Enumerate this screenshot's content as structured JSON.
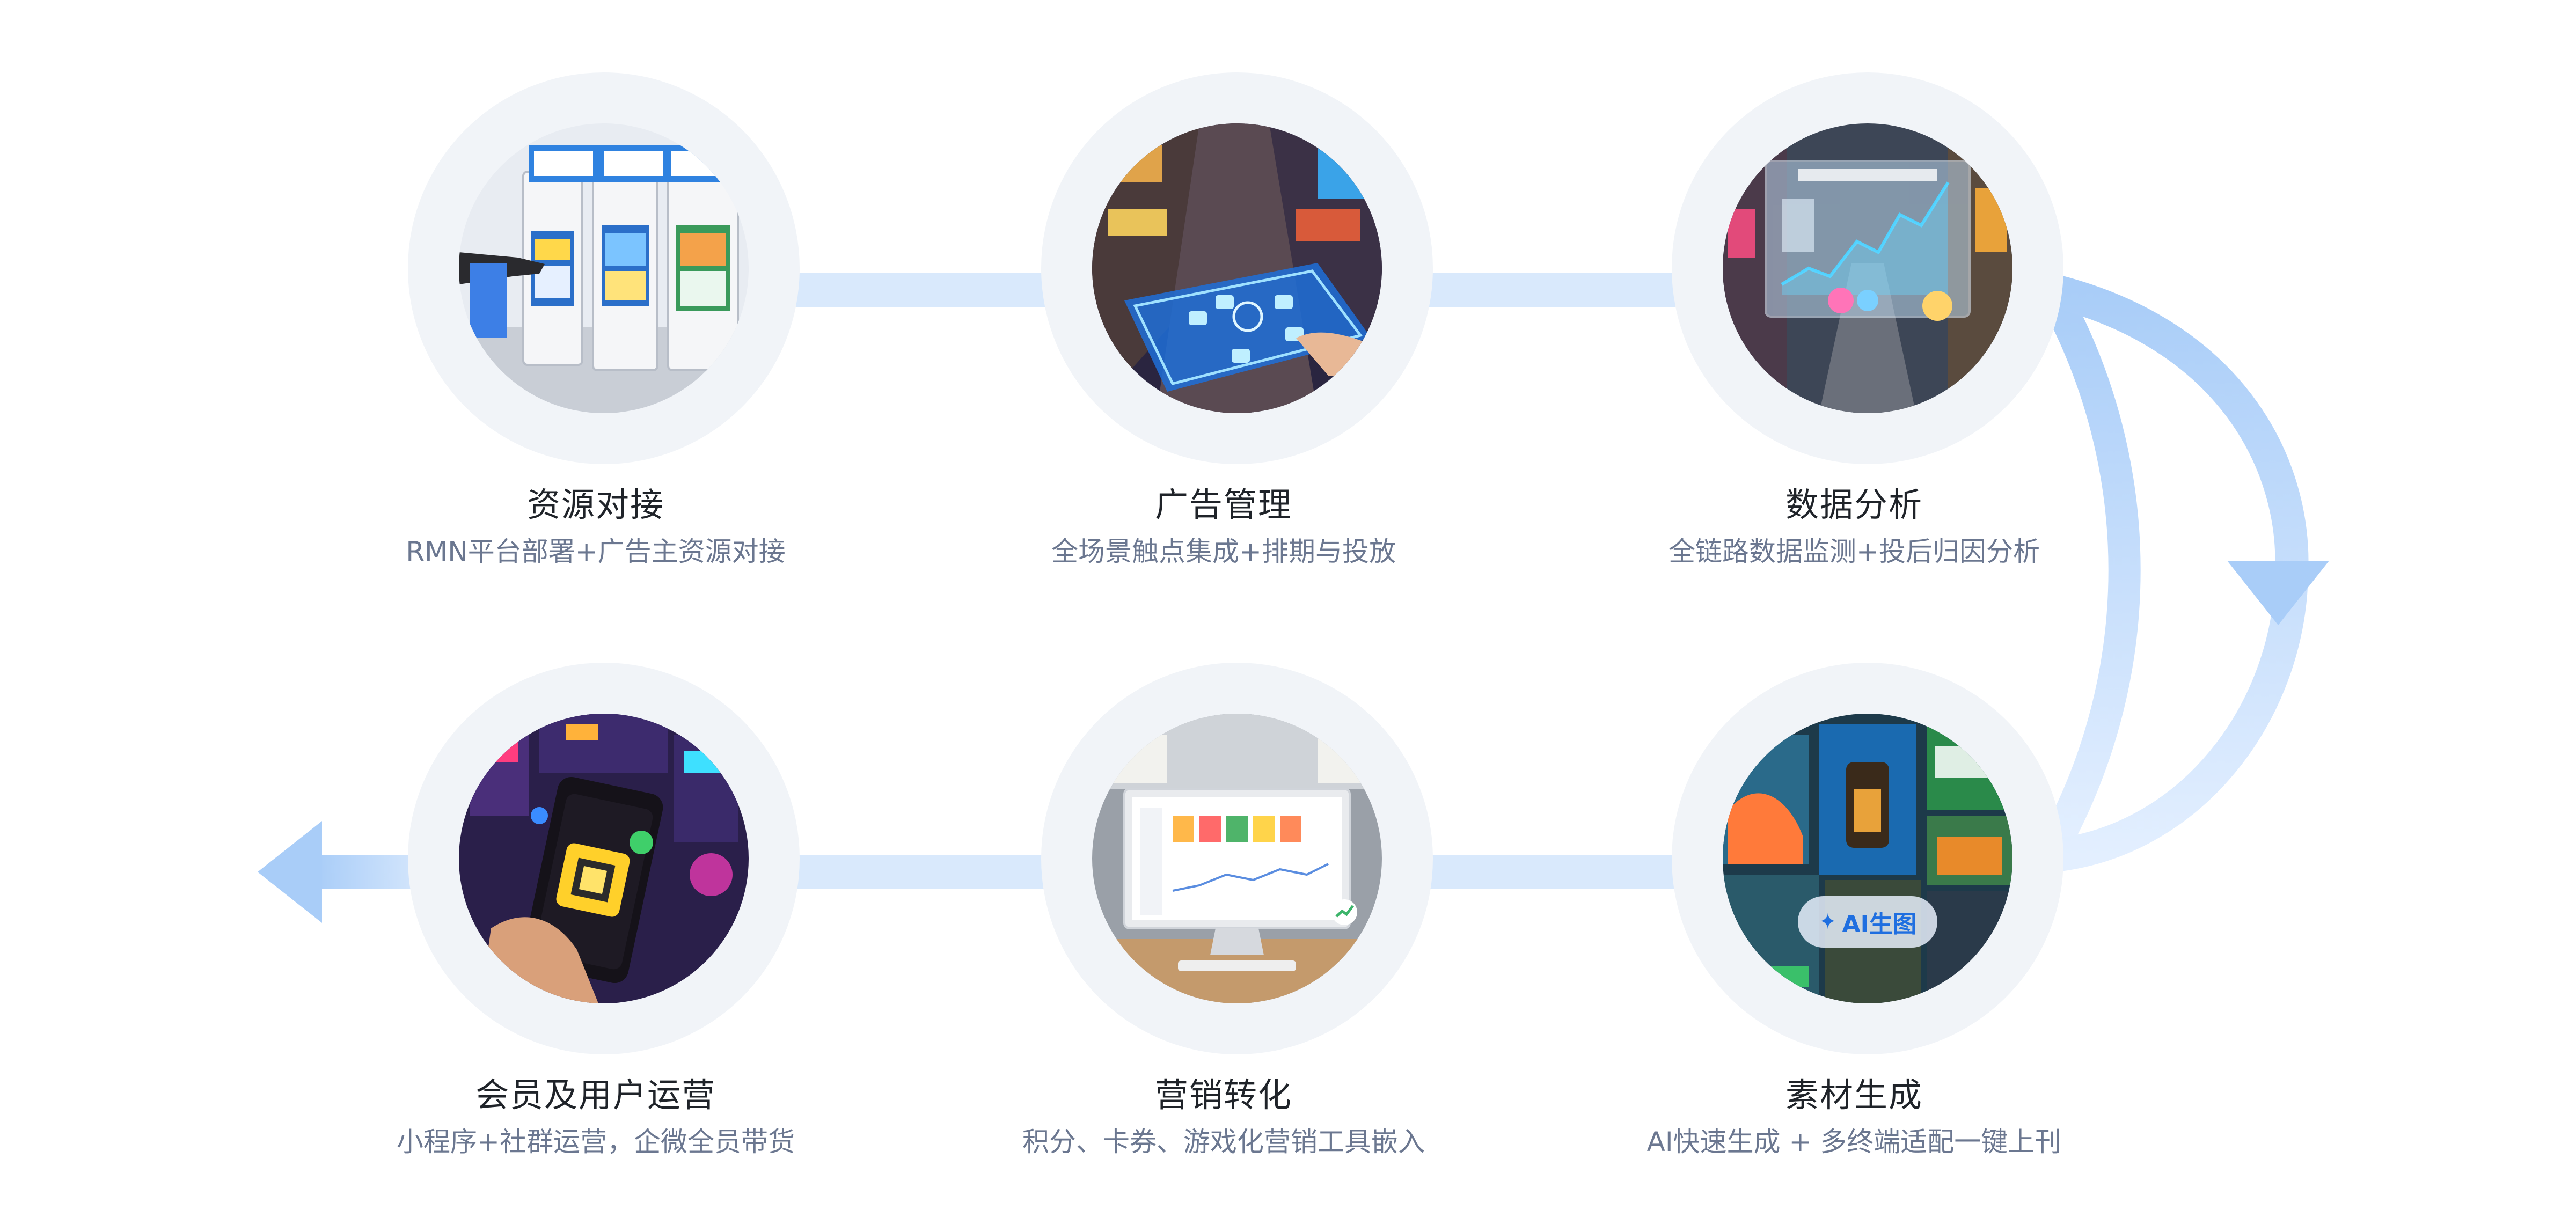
{
  "stages": [
    {
      "id": "resource",
      "title": "资源对接",
      "desc": "RMN平台部署+广告主资源对接"
    },
    {
      "id": "ad",
      "title": "广告管理",
      "desc": "全场景触点集成+排期与投放"
    },
    {
      "id": "data",
      "title": "数据分析",
      "desc": "全链路数据监测+投后归因分析"
    },
    {
      "id": "member",
      "title": "会员及用户运营",
      "desc": "小程序+社群运营，企微全员带货"
    },
    {
      "id": "marketing",
      "title": "营销转化",
      "desc": "积分、卡券、游戏化营销工具嵌入"
    },
    {
      "id": "material",
      "title": "素材生成",
      "desc": "AI快速生成 + 多终端适配一键上刊",
      "badge": "AI生图"
    }
  ],
  "colors": {
    "flow": "#cfe3fb",
    "arrow": "#a9cdf8",
    "ring": "#f1f4f8"
  },
  "icons": [
    "spark-icon",
    "arrow-left-icon",
    "arrow-down-icon"
  ]
}
